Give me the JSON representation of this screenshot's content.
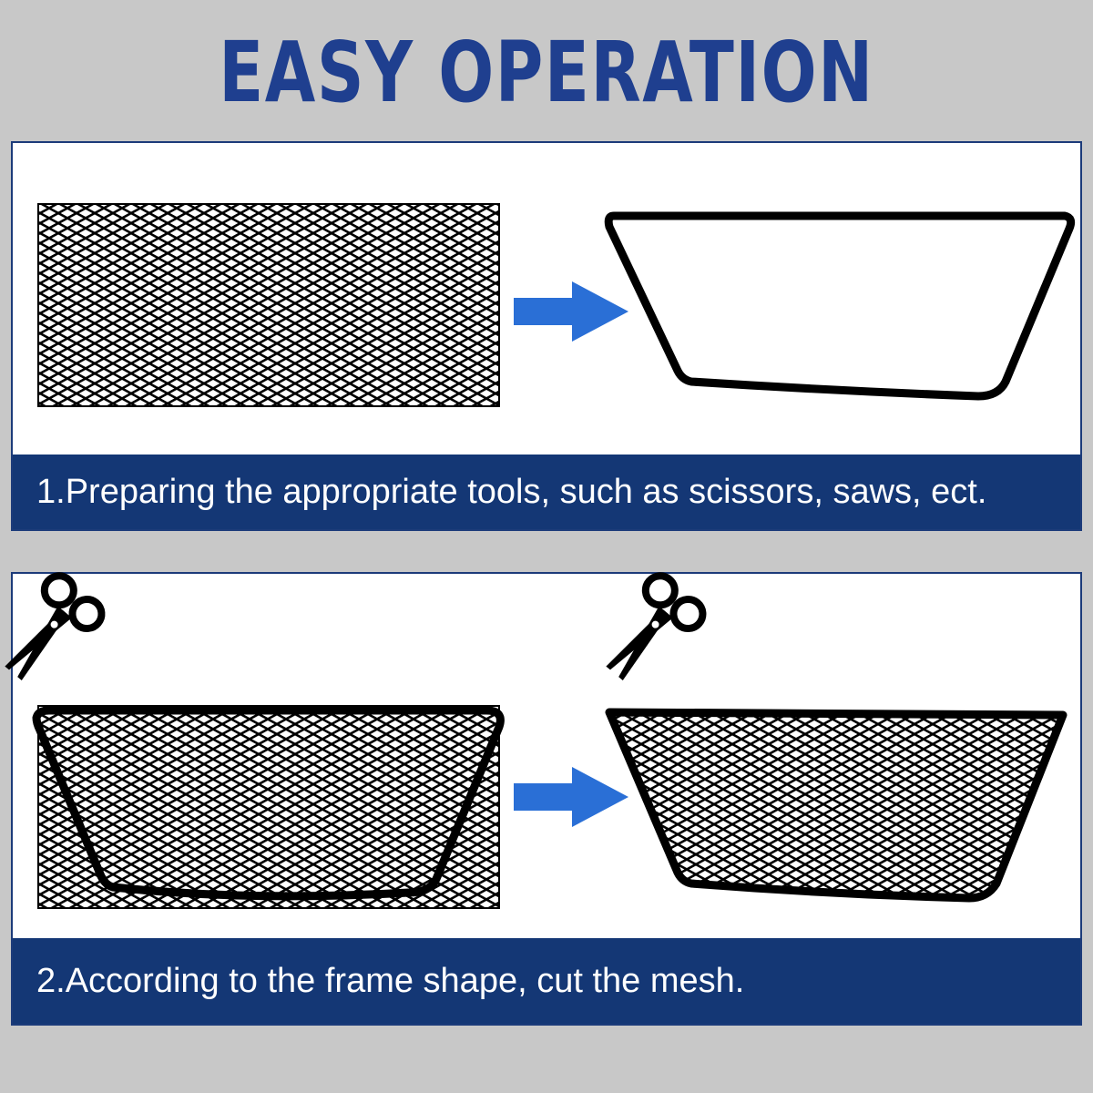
{
  "title": "EASY OPERATION",
  "steps": [
    {
      "caption": "1.Preparing the appropriate tools, such as scissors, saws, ect."
    },
    {
      "caption": "2.According to the frame shape, cut the mesh."
    }
  ],
  "colors": {
    "title": "#1f3f8f",
    "caption_bg": "#143775",
    "arrow": "#2a6fd6",
    "background": "#c8c8c8"
  },
  "icons": [
    "scissors-icon",
    "arrow-right-icon",
    "mesh-sheet",
    "frame-outline"
  ]
}
